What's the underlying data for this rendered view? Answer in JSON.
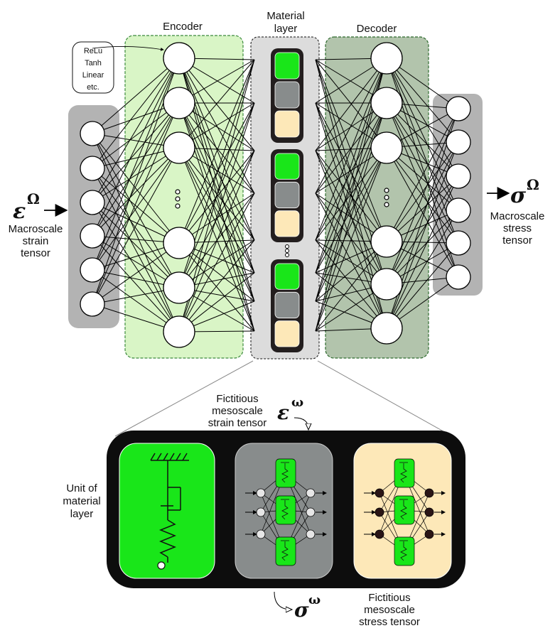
{
  "labels": {
    "encoder": "Encoder",
    "decoder": "Decoder",
    "material_layer_line1": "Material",
    "material_layer_line2": "layer",
    "macro_strain_line1": "Macroscale",
    "macro_strain_line2": "strain",
    "macro_strain_line3": "tensor",
    "macro_stress_line1": "Macroscale",
    "macro_stress_line2": "stress",
    "macro_stress_line3": "tensor",
    "fict_strain_line1": "Fictitious",
    "fict_strain_line2": "mesoscale",
    "fict_strain_line3": "strain tensor",
    "fict_stress_line1": "Fictitious",
    "fict_stress_line2": "mesoscale",
    "fict_stress_line3": "stress tensor",
    "unit_line1": "Unit of",
    "unit_line2": "material",
    "unit_line3": "layer"
  },
  "activation_callout": [
    "ReLu",
    "Tanh",
    "Linear",
    "etc."
  ],
  "symbols": {
    "macro_strain": "ε",
    "macro_strain_sup": "Ω",
    "macro_stress": "σ",
    "macro_stress_sup": "Ω",
    "meso_strain": "ε",
    "meso_strain_sup": "ω",
    "meso_stress": "σ",
    "meso_stress_sup": "ω"
  },
  "colors": {
    "input_panel": "#b3b3b3",
    "encoder_panel": "#d9f5c6",
    "encoder_border": "#3c8a3c",
    "decoder_panel": "#b2c4ac",
    "decoder_border": "#2e6b2e",
    "material_panel": "#dcdcdc",
    "unit_green": "#19e619",
    "unit_gray": "#888c8c",
    "unit_beige": "#fde8b8",
    "unit_dark": "#231e1e",
    "black_box": "#0d0d0d"
  }
}
